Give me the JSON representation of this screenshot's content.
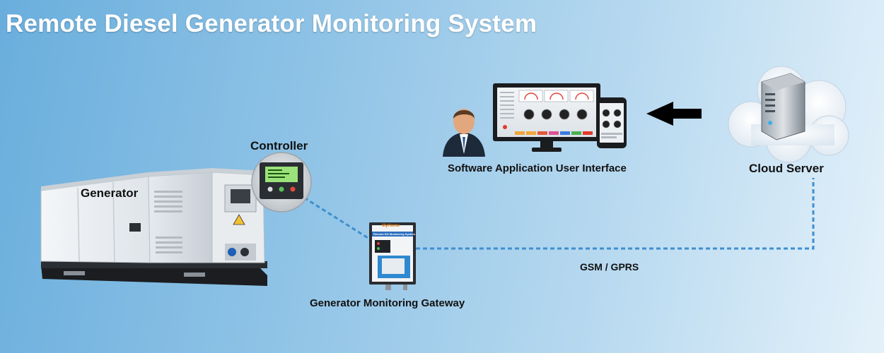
{
  "diagram": {
    "title": "Remote Diesel Generator Monitoring System",
    "labels": {
      "generator": "Generator",
      "controller": "Controller",
      "gateway": "Generator Monitoring Gateway",
      "software": "Software Application User Interface",
      "cloud": "Cloud Server",
      "link": "GSM / GPRS"
    },
    "device_text": {
      "gateway_brand": "MyHome",
      "gateway_subtitle": "Remote DG Monitoring System"
    },
    "colors": {
      "connector": "#3f8fd0",
      "arrow": "#000000",
      "title": "#ffffff"
    }
  }
}
